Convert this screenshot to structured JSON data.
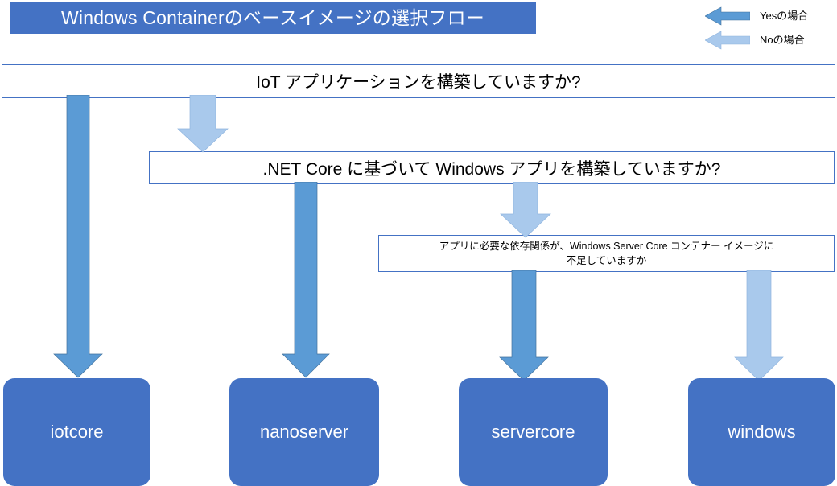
{
  "title": {
    "text": "Windows Containerのベースイメージの選択フロー"
  },
  "legend": {
    "items": [
      {
        "label": "Yesの場合",
        "icon": "arrow-left-icon",
        "color": "#5B9BD5"
      },
      {
        "label": "Noの場合",
        "icon": "arrow-left-icon",
        "color": "#A9C9EC"
      }
    ]
  },
  "colors": {
    "banner": "#4472C4",
    "box_fill": "#4472C4",
    "box_border": "#4472C4",
    "yes_arrow": "#5B9BD5",
    "no_arrow": "#A9C9EC",
    "text_light": "#ffffff",
    "text_dark": "#000000"
  },
  "flow": {
    "decisions": [
      {
        "id": "decision-1",
        "text": "IoT アプリケーションを構築していますか?"
      },
      {
        "id": "decision-2",
        "text": ".NET Core に基づいて Windows アプリを構築していますか?"
      },
      {
        "id": "decision-3",
        "line1": "アプリに必要な依存関係が、Windows Server Core コンテナー イメージに",
        "line2": "不足していますか"
      }
    ],
    "outcomes": [
      {
        "id": "outcome-iotcore",
        "label": "iotcore"
      },
      {
        "id": "outcome-nanoserver",
        "label": "nanoserver"
      },
      {
        "id": "outcome-servercore",
        "label": "servercore"
      },
      {
        "id": "outcome-windows",
        "label": "windows"
      }
    ],
    "edges": [
      {
        "from": "decision-1",
        "to": "outcome-iotcore",
        "answer": "Yes"
      },
      {
        "from": "decision-1",
        "to": "decision-2",
        "answer": "No"
      },
      {
        "from": "decision-2",
        "to": "outcome-nanoserver",
        "answer": "Yes"
      },
      {
        "from": "decision-2",
        "to": "decision-3",
        "answer": "No"
      },
      {
        "from": "decision-3",
        "to": "outcome-servercore",
        "answer": "Yes"
      },
      {
        "from": "decision-3",
        "to": "outcome-windows",
        "answer": "No"
      }
    ]
  }
}
